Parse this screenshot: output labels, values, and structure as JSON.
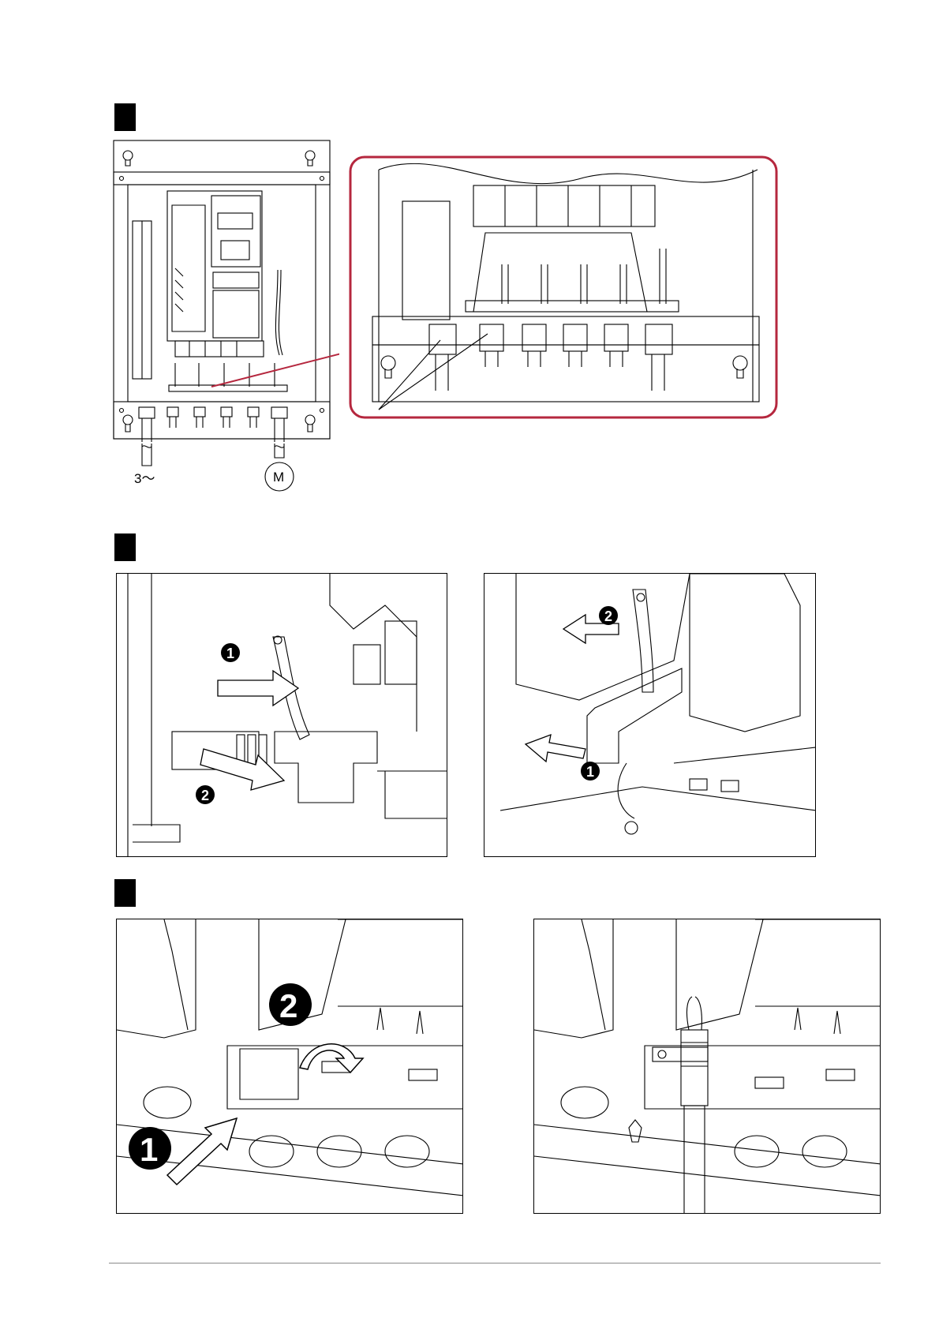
{
  "figure": {
    "steps": [
      "",
      "",
      ""
    ],
    "step1": {
      "supply_label": "3～",
      "motor_label": "M",
      "zoom_frame_color": "#b5273e"
    },
    "step2": {
      "left_callouts": [
        "1",
        "2"
      ],
      "right_callouts": [
        "2",
        "1"
      ]
    },
    "step3": {
      "left_callouts": [
        "2",
        "1"
      ]
    }
  }
}
